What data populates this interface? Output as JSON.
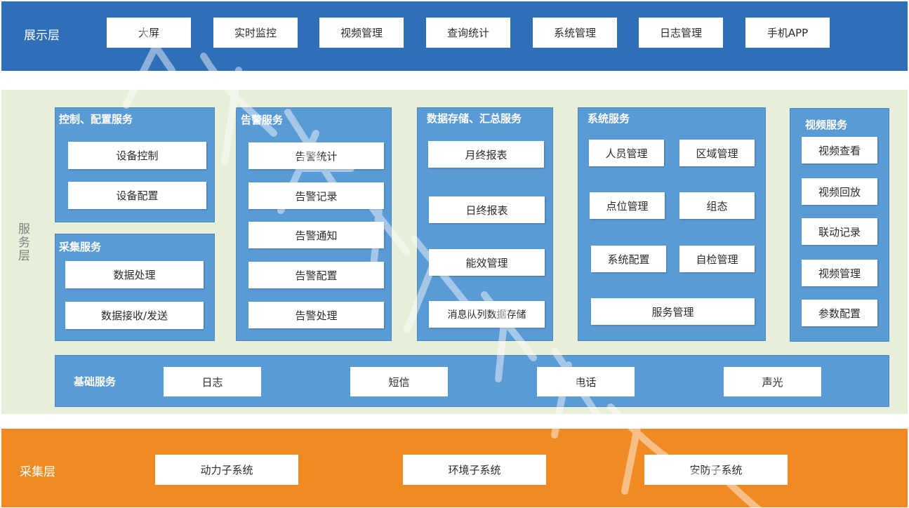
{
  "display_layer": {
    "label": "展示层",
    "items": [
      "大屏",
      "实时监控",
      "视频管理",
      "查询统计",
      "系统管理",
      "日志管理",
      "手机APP"
    ]
  },
  "service_layer": {
    "label": "服务层",
    "control": {
      "title": "控制、配置服务",
      "items": [
        "设备控制",
        "设备配置"
      ]
    },
    "acquisition": {
      "title": "采集服务",
      "items": [
        "数据处理",
        "数据接收/发送"
      ]
    },
    "alarm": {
      "title": "告警服务",
      "items": [
        "告警统计",
        "告警记录",
        "告警通知",
        "告警配置",
        "告警处理"
      ]
    },
    "storage": {
      "title": "数据存储、汇总服务",
      "items": [
        "月终报表",
        "日终报表",
        "能效管理",
        "消息队列数据存储"
      ]
    },
    "system": {
      "title": "系统服务",
      "items": [
        "人员管理",
        "区域管理",
        "点位管理",
        "组态",
        "系统配置",
        "自检管理",
        "服务管理"
      ]
    },
    "video": {
      "title": "视频服务",
      "items": [
        "视频查看",
        "视频回放",
        "联动记录",
        "视频管理",
        "参数配置"
      ]
    },
    "base": {
      "title": "基础服务",
      "items": [
        "日志",
        "短信",
        "电话",
        "声光"
      ]
    }
  },
  "collect_layer": {
    "label": "采集层",
    "items": [
      "动力子系统",
      "环境子系统",
      "安防子系统"
    ]
  },
  "colors": {
    "display_band": "#2e6fb7",
    "service_band": "#e8efd9",
    "collect_band": "#f08a24",
    "panel": "#5b9bd5"
  }
}
